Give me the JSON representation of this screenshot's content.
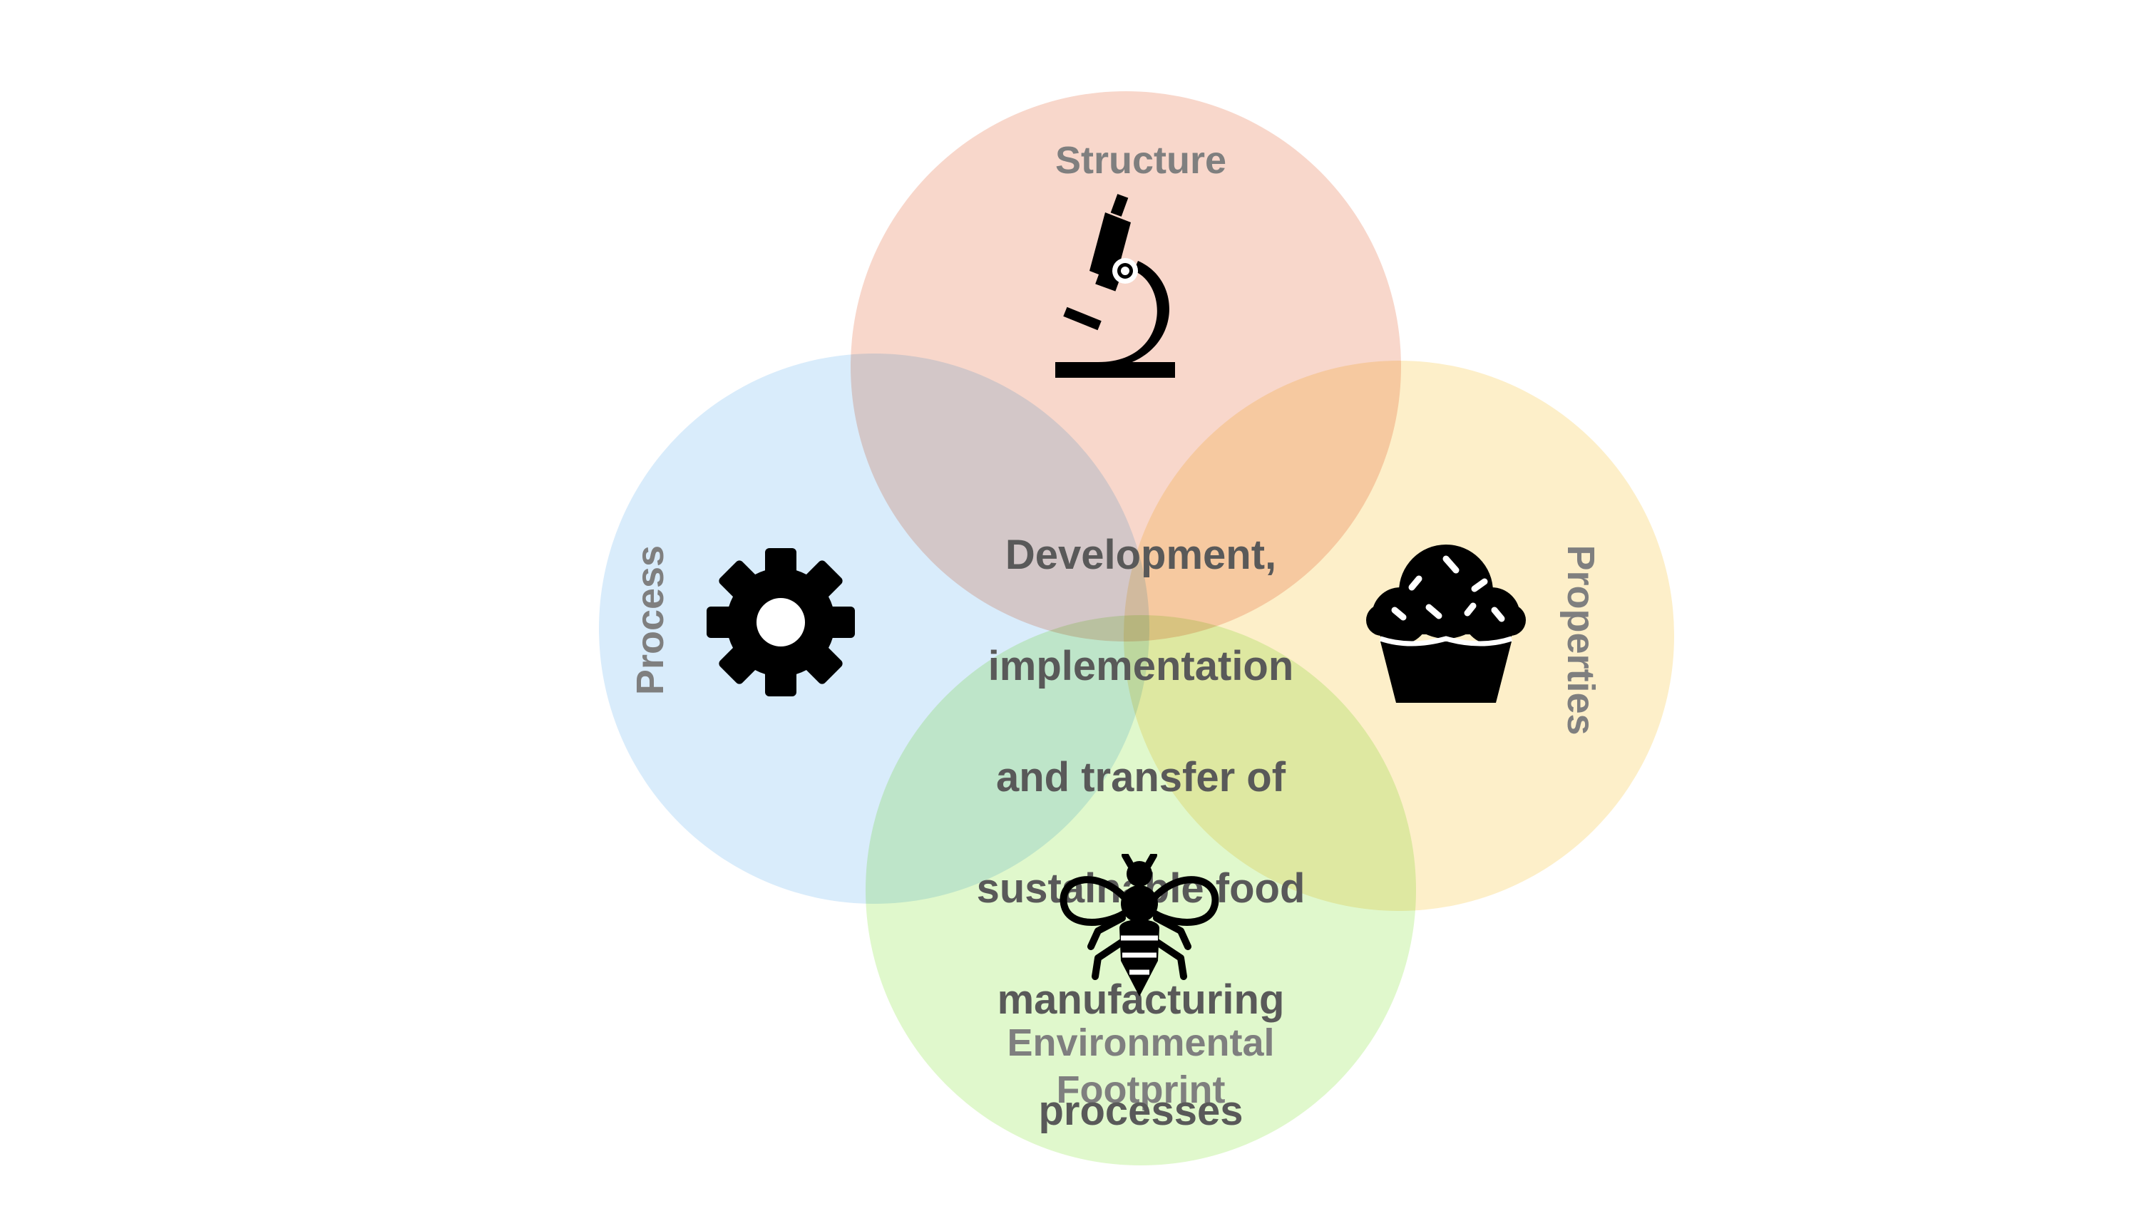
{
  "colors": {
    "structure": "#f8d7cb",
    "process": "#d9ecfb",
    "properties": "#fdefc9",
    "environmental": "#e0f8cc",
    "label_text": "#7f7f7f",
    "center_text": "#595959",
    "icon": "#000000"
  },
  "nodes": {
    "structure": {
      "label": "Structure",
      "icon": "microscope-icon"
    },
    "process": {
      "label": "Process",
      "icon": "gear-icon"
    },
    "properties": {
      "label": "Properties",
      "icon": "cupcake-icon"
    },
    "environmental": {
      "label_line1": "Environmental",
      "label_line2": "Footprint",
      "icon": "bee-icon"
    }
  },
  "center": {
    "lines": [
      "Development,",
      "implementation",
      "and transfer of",
      "sustainable food",
      "manufacturing",
      "processes"
    ]
  }
}
